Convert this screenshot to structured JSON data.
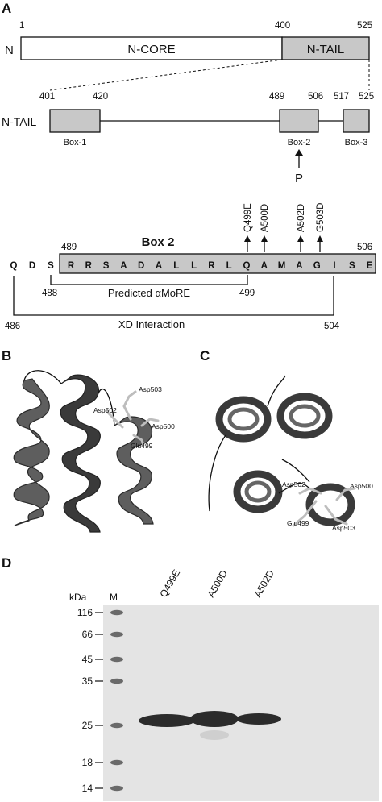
{
  "panels": {
    "a": "A",
    "b": "B",
    "c": "C",
    "d": "D"
  },
  "domain_map": {
    "n_label": "N",
    "core_label": "N-CORE",
    "tail_label": "N-TAIL",
    "pos_start": "1",
    "pos_400": "400",
    "pos_525": "525"
  },
  "tail_map": {
    "label": "N-TAIL",
    "p401": "401",
    "p420": "420",
    "p489": "489",
    "p506": "506",
    "p517": "517",
    "p525": "525",
    "box1": "Box-1",
    "box2": "Box-2",
    "box3": "Box-3",
    "phos": "P"
  },
  "box2_detail": {
    "title": "Box 2",
    "start": "489",
    "end": "506",
    "prefix": [
      "Q",
      "D",
      "S"
    ],
    "residues": [
      "R",
      "R",
      "S",
      "A",
      "D",
      "A",
      "L",
      "L",
      "R",
      "L",
      "Q",
      "A",
      "M",
      "A",
      "G",
      "I",
      "S",
      "E"
    ],
    "mutations": [
      "Q499E",
      "A500D",
      "A502D",
      "G503D"
    ],
    "p488": "488",
    "p499": "499",
    "p486": "486",
    "p504": "504",
    "predicted": "Predicted αMoRE",
    "xd": "XD Interaction"
  },
  "structure_b": {
    "labels": [
      "Asp503",
      "Asp502",
      "Asp500",
      "Glu499"
    ]
  },
  "structure_c": {
    "labels": [
      "Asp502",
      "Asp500",
      "Glu499",
      "Asp503"
    ]
  },
  "gel": {
    "kda": "kDa",
    "marker": "M",
    "lanes": [
      "Q499E",
      "A500D",
      "A502D"
    ],
    "markers": [
      "116",
      "66",
      "45",
      "35",
      "25",
      "18",
      "14"
    ]
  }
}
